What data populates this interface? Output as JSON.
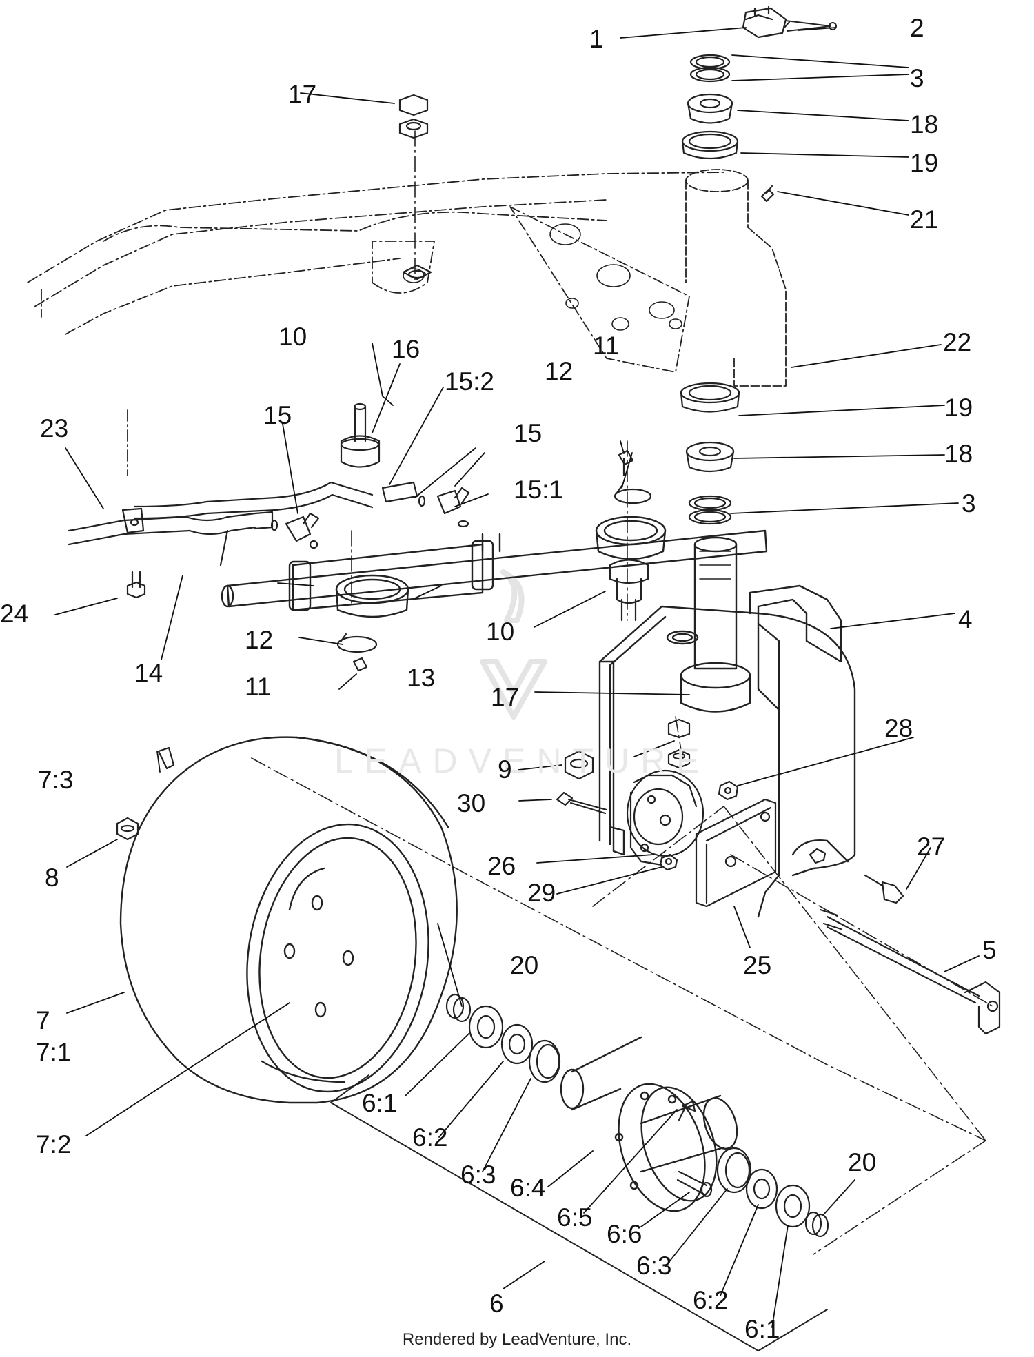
{
  "callouts": [
    "1",
    "2",
    "3",
    "3",
    "4",
    "5",
    "6",
    "6:1",
    "6:1",
    "6:2",
    "6:2",
    "6:3",
    "6:3",
    "6:4",
    "6:5",
    "6:6",
    "7",
    "7:1",
    "7:2",
    "7:3",
    "8",
    "9",
    "10",
    "10",
    "11",
    "11",
    "12",
    "12",
    "13",
    "14",
    "15",
    "15",
    "15:1",
    "15:2",
    "16",
    "17",
    "17",
    "18",
    "18",
    "19",
    "19",
    "20",
    "20",
    "21",
    "22",
    "23",
    "24",
    "25",
    "26",
    "27",
    "28",
    "29",
    "30"
  ],
  "watermark": "LEADVENTURE",
  "footer": "Rendered by LeadVenture, Inc."
}
